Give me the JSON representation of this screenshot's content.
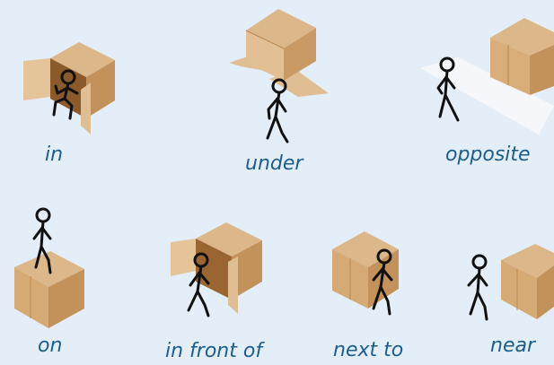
{
  "labels": {
    "in": "in",
    "under": "under",
    "opposite": "opposite",
    "on": "on",
    "in_front_of": "in front of",
    "next_to": "next to",
    "near": "near"
  },
  "colors": {
    "background": "#e4eef8",
    "label_text": "#1b5d8f",
    "box_top": "#dcb78a",
    "box_left": "#c99a63",
    "box_right": "#b9884f",
    "box_inner": "#a8713b",
    "flap": "#e6c49a",
    "stick_figure": "#111111"
  },
  "icons": {
    "figure": "stick-figure-icon",
    "box": "cardboard-box-icon"
  }
}
